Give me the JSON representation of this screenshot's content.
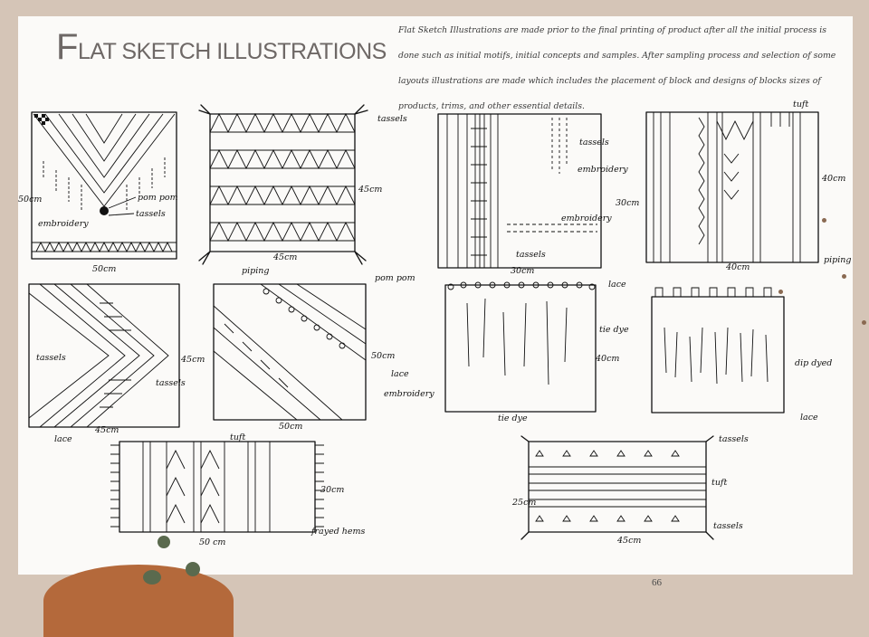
{
  "title": {
    "first_letter": "F",
    "rest": "LAT SKETCH ILLUSTRATIONS"
  },
  "intro": "Flat Sketch Illustrations are made prior to the final printing of product after all the initial process is done such as initial motifs, initial concepts and samples. After sampling process and selection of some layouts illustrations are made which includes the placement of block and designs of blocks sizes of products, trims, and other essential details.",
  "page_number": "66",
  "colors": {
    "background": "#d5c5b7",
    "sheet": "#fbfaf8",
    "title": "#6e6866",
    "accent_blob": "#b4693b",
    "dot": "#5a6a4e"
  },
  "sketches": {
    "s1": {
      "labels": [
        "pom pom",
        "tassels",
        "embroidery"
      ],
      "dims": [
        "50cm",
        "50cm"
      ]
    },
    "s2": {
      "labels": [
        "tassels",
        "piping"
      ],
      "dims": [
        "45cm",
        "45cm"
      ]
    },
    "s3": {
      "labels": [
        "tassels",
        "embroidery",
        "embroidery",
        "tassels"
      ],
      "dims": [
        "30cm",
        "30cm"
      ]
    },
    "s4": {
      "labels": [
        "tuft",
        "piping"
      ],
      "dims": [
        "40cm",
        "40cm"
      ]
    },
    "s5": {
      "labels": [
        "tassels",
        "tassels",
        "lace"
      ],
      "dims": [
        "45cm",
        "45cm"
      ]
    },
    "s6": {
      "labels": [
        "pom pom",
        "lace",
        "embroidery"
      ],
      "dims": [
        "50cm",
        "50cm"
      ]
    },
    "s7": {
      "labels": [
        "lace",
        "tie dye",
        "tie dye"
      ],
      "dims": [
        "40cm"
      ]
    },
    "s8": {
      "labels": [
        "dip dyed",
        "lace"
      ]
    },
    "s9": {
      "labels": [
        "tuft",
        "frayed hems"
      ],
      "dims": [
        "30cm",
        "50 cm"
      ]
    },
    "s10": {
      "labels": [
        "tassels",
        "tuft",
        "tassels"
      ],
      "dims": [
        "25cm",
        "45cm"
      ]
    }
  }
}
